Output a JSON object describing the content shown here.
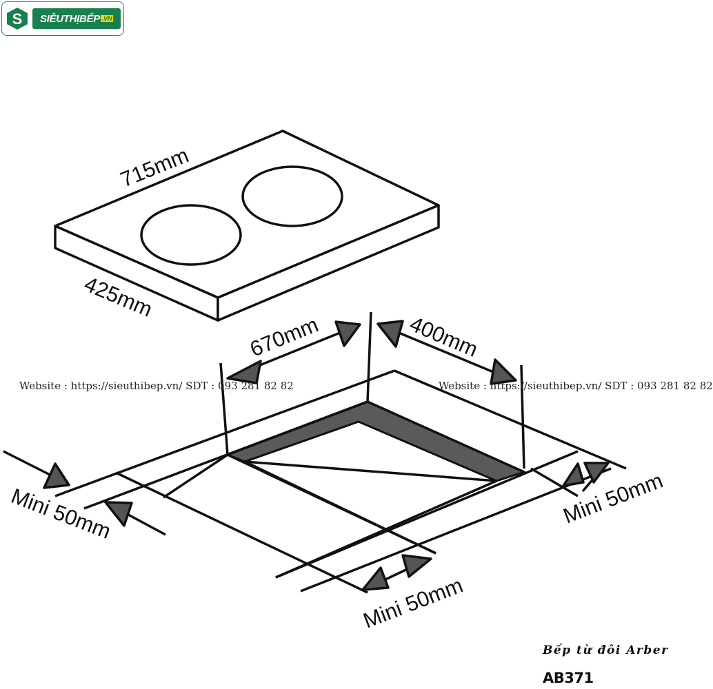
{
  "logo": {
    "brand": "SIÊUTHỊBẾP",
    "tld": ".VN"
  },
  "watermark": {
    "left": "Website : https://sieuthibep.vn/      SDT : 093 281 82 82",
    "right": "Website : https://sieuthibep.vn/ SDT : 093 281 82 82"
  },
  "dimensions": {
    "width": "715mm",
    "depth": "425mm",
    "cutout_width": "670mm",
    "cutout_depth": "400mm",
    "min_left": "Mini 50mm",
    "min_right": "Mini 50mm",
    "min_front": "Mini 50mm"
  },
  "caption": {
    "title": "Bếp từ đôi Arber",
    "model": "AB371"
  },
  "colors": {
    "line": "#111111",
    "cutout_fill": "#5a5a5a",
    "arrow_fill": "#555555",
    "logo_green": "#17804c"
  }
}
